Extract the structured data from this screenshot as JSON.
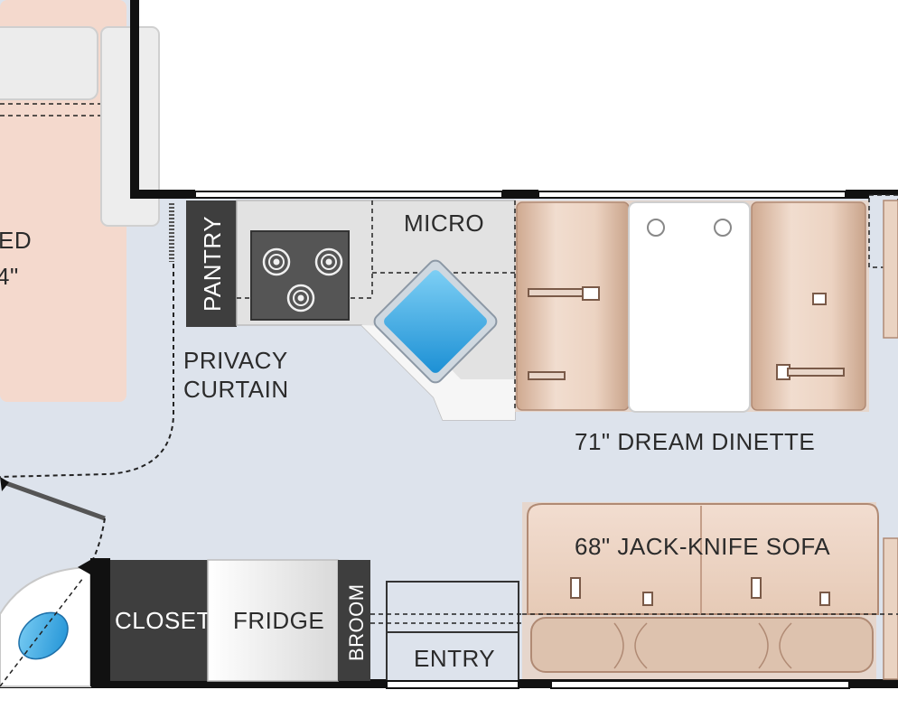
{
  "floorplan": {
    "labels": {
      "bed_partial_line1": "ED",
      "bed_partial_line2": "4\"",
      "pantry": "PANTRY",
      "micro": "MICRO",
      "privacy_curtain_line1": "PRIVACY",
      "privacy_curtain_line2": "CURTAIN",
      "dinette": "71\" DREAM DINETTE",
      "sofa": "68\" JACK-KNIFE SOFA",
      "closet": "CLOSET",
      "fridge": "FRIDGE",
      "broom": "BROOM",
      "entry": "ENTRY"
    },
    "colors": {
      "floor": "#dde3ec",
      "wall": "#111111",
      "bed": "#f4d9cd",
      "upholstery": "#ead3c2",
      "cabinet_dark": "#3e3e3e",
      "counter": "#e2e2e2",
      "sink": "#2ea3e0",
      "fridge": "#f2f2f2"
    }
  }
}
